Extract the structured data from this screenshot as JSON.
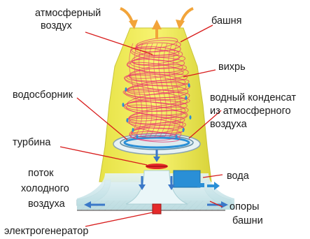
{
  "labels": {
    "atm_air_1": "атмосферный",
    "atm_air_2": "воздух",
    "tower": "башня",
    "vortex": "вихрь",
    "water_collector": "водосборник",
    "condensate_1": "водный конденсат",
    "condensate_2": "из атмосферного",
    "condensate_3": "воздуха",
    "turbine": "турбина",
    "cold_flow_1": "поток",
    "cold_flow_2": "холодного",
    "cold_flow_3": "воздуха",
    "water": "вода",
    "supports_1": "опоры",
    "supports_2": "башни",
    "generator": "электрогенератор"
  },
  "colors": {
    "tower_fill": "#f3ef5a",
    "tower_shade": "#ddd83a",
    "vortex": "#e8336e",
    "water_blue": "#2a8fd6",
    "arrow_orange": "#f2a43a",
    "arrow_blue": "#3a78c8",
    "turbine_red": "#e52a2a",
    "ground_gray": "#c9c9c9",
    "flow_cyan": "#cfeff2"
  }
}
